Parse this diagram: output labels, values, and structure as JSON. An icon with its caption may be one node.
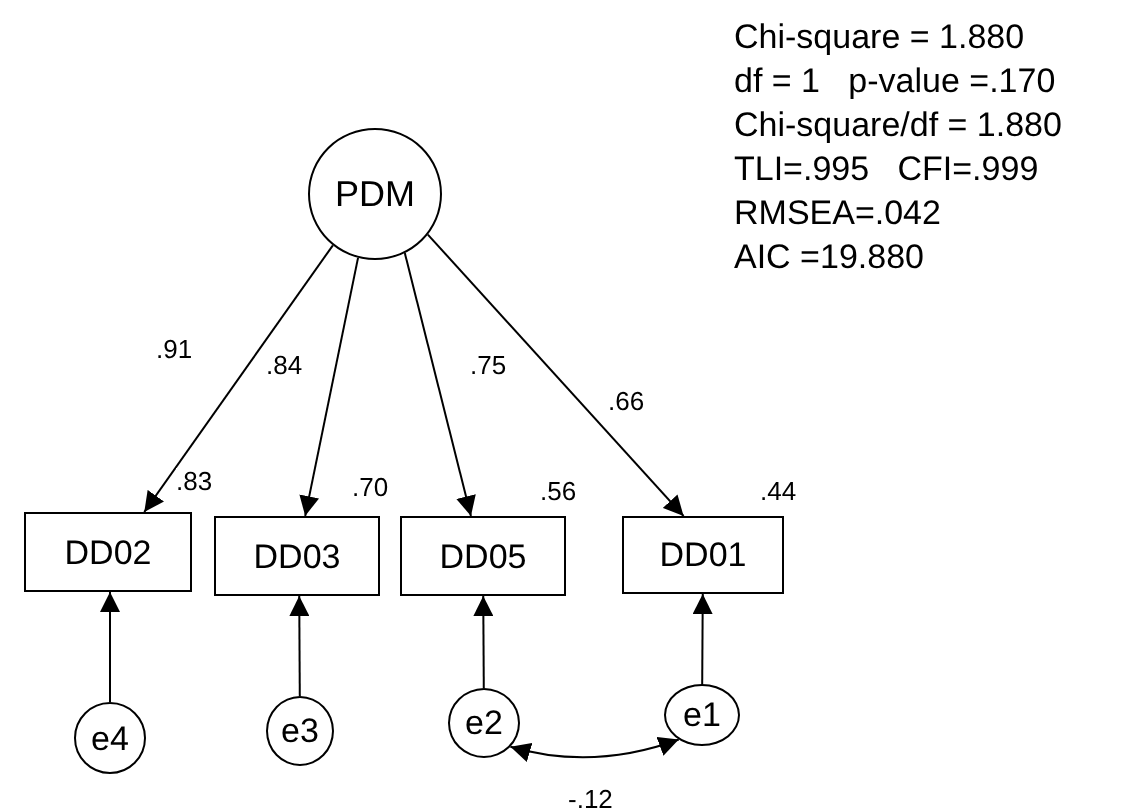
{
  "diagram": {
    "nodes": [
      {
        "text": [
          "PDM"
        ]
      },
      {
        "text": [
          "DD02"
        ],
        "beside": [
          ".83"
        ]
      },
      {
        "text": [
          "DD03"
        ],
        "beside": [
          ".70"
        ]
      },
      {
        "text": [
          "DD05"
        ],
        "beside": [
          ".56"
        ]
      },
      {
        "text": [
          "DD01"
        ],
        "beside": [
          ".44"
        ]
      },
      {
        "text": [
          "e4"
        ]
      },
      {
        "text": [
          "e3"
        ]
      },
      {
        "text": [
          "e2"
        ]
      },
      {
        "text": [
          "e1"
        ]
      }
    ],
    "edges": [
      {
        "from": 0,
        "to": 1,
        "arrow": "to",
        "label": ".91"
      },
      {
        "from": 0,
        "to": 2,
        "arrow": "to",
        "label": ".84"
      },
      {
        "from": 0,
        "to": 3,
        "arrow": "to",
        "label": ".75"
      },
      {
        "from": 0,
        "to": 4,
        "arrow": "to",
        "label": ".66"
      },
      {
        "from": 5,
        "to": 1,
        "arrow": "to"
      },
      {
        "from": 6,
        "to": 2,
        "arrow": "to"
      },
      {
        "from": 7,
        "to": 3,
        "arrow": "to"
      },
      {
        "from": 8,
        "to": 4,
        "arrow": "to"
      },
      {
        "from": 7,
        "to": 8,
        "arrow": "both",
        "label": "-.12"
      }
    ],
    "labels": [
      "Chi-square = 1.880",
      "df = 1   p-value =.170",
      "Chi-square/df = 1.880",
      "TLI=.995   CFI=.999",
      "RMSEA=.042",
      "AIC =19.880"
    ]
  }
}
